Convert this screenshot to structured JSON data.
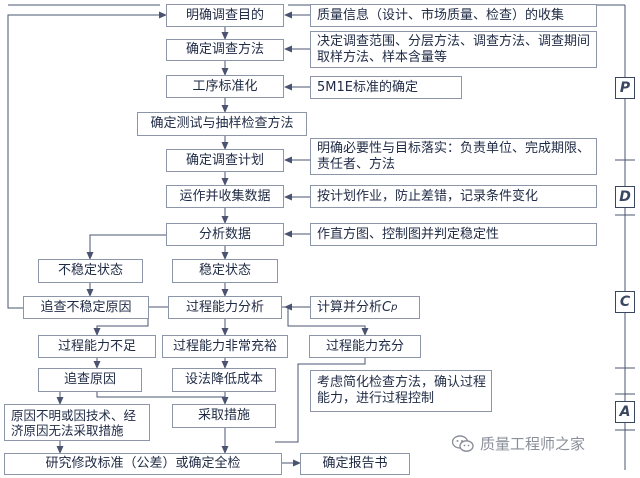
{
  "flow": {
    "define_purpose": "明确调查目的",
    "define_method": "确定调查方法",
    "standardize": "工序标准化",
    "test_method": "确定测试与抽样检查方法",
    "plan": "确定调查计划",
    "collect": "运作并收集数据",
    "analyze": "分析数据",
    "stable": "稳定状态",
    "unstable": "不稳定状态",
    "trace_unstable": "追查不稳定原因",
    "capability_analysis": "过程能力分析",
    "cap_insufficient": "过程能力不足",
    "cap_ample": "过程能力非常充裕",
    "cap_sufficient": "过程能力充分",
    "trace_cause": "追查原因",
    "reduce_cost": "设法降低成本",
    "take_measures": "采取措施",
    "unknown_cause": "原因不明或因技术、经济原因无法采取措施",
    "revise_standard": "研究修改标准（公差）或确定全检",
    "report": "确定报告书"
  },
  "notes": {
    "purpose_note": "质量信息（设计、市场质量、检查）的收集",
    "method_note": "决定调查范围、分层方法、调查方法、调查期间取样方法、样本含量等",
    "standardize_note": "5M1E标准的确定",
    "plan_note": "明确必要性与目标落实：负责单位、完成期限、责任者、方法",
    "collect_note": "按计划作业，防止差错，记录条件变化",
    "analyze_note": "作直方图、控制图并判定稳定性",
    "capability_note_prefix": "计算并分析",
    "capability_note_symbol": "C",
    "capability_note_sub": "p",
    "simplify_note": "考虑简化检查方法，确认过程能力，进行过程控制"
  },
  "phases": [
    "P",
    "D",
    "C",
    "A"
  ],
  "watermark": "质量工程师之家"
}
